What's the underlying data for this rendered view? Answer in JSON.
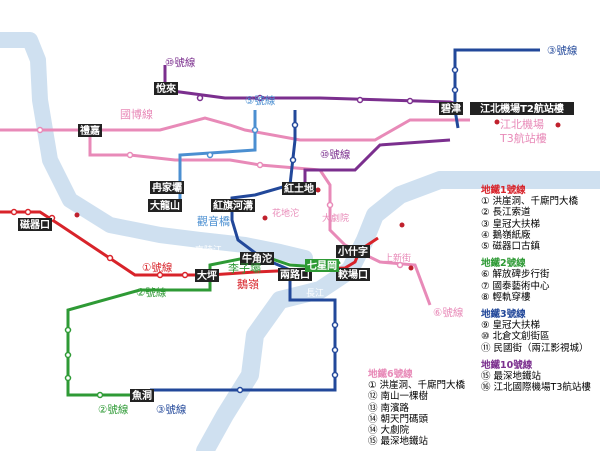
{
  "colors": {
    "river": "#cfe0f0",
    "line1": "#d8232a",
    "line2": "#2e9a35",
    "line3": "#22489a",
    "line6": "#e88ab8",
    "line5": "#4b8fd1",
    "line10": "#7b2f8e",
    "poi": "#c0212d"
  },
  "line_labels": {
    "l10_top": "⑩號線",
    "l5": "⑤號線",
    "l3_top": "③號線",
    "l10_mid": "⑩號線",
    "l1": "①號線",
    "l2": "②號線",
    "l6": "⑥號線",
    "l2_bottom": "②號線",
    "l3_bottom": "③號線"
  },
  "map_labels": {
    "guobo": "國博線",
    "jiangbei_t2": "江北機場",
    "jiangbei_t3": "T3航站樓",
    "guanyinqiao": "觀音橋",
    "jialing": "嘉陵江",
    "yangtze": "長江",
    "liziba": "李子壩",
    "pengtai": "鵝嶺",
    "xinjie": "上新街",
    "dajuyuan": "大劇院",
    "huadi": "花地沱"
  },
  "stations": {
    "yuelai": "悅來",
    "lijia": "禮嘉",
    "ranjia": "冉家壩",
    "dalongshan": "大龍山",
    "hongqi": "紅旗河溝",
    "hongtudi": "紅土地",
    "bijin": "碧津",
    "jiangbei_t2": "江北機場T2航站樓",
    "niujiao": "牛角沱",
    "qixinggang": "七星岡",
    "lianghekou": "兩路口",
    "jiaochangkou": "較場口",
    "xiaoshizi": "小什字",
    "cuzhu": "磁器口",
    "daping": "大坪",
    "yuzui": "魚洞"
  },
  "legend": [
    {
      "title": "地鐵1號線",
      "color": "#d8232a",
      "items": [
        "① 洪崖洞、千廝門大橋",
        "② 長江索道",
        "③ 皇冠大扶梯",
        "④ 鵝嶺紙廠",
        "⑤ 磁器口古鎮"
      ]
    },
    {
      "title": "地鐵2號線",
      "color": "#2e9a35",
      "items": [
        "⑥ 解放碑步行街",
        "⑦ 國泰藝術中心",
        "⑧ 輕軌穿樓"
      ]
    },
    {
      "title": "地鐵3號線",
      "color": "#22489a",
      "items": [
        "⑨ 皇冠大扶梯",
        "⑩ 北倉文創街區",
        "⑪ 民國街（兩江影視城）"
      ]
    },
    {
      "title": "地鐵10號線",
      "color": "#7b2f8e",
      "items": [
        "⑮ 最深地鐵站",
        "⑯ 江北國際機場T3航站樓"
      ]
    }
  ],
  "legend6": {
    "title": "地鐵6號線",
    "color": "#e88ab8",
    "items": [
      "① 洪崖洞、千廝門大橋",
      "⑫ 南山一棵樹",
      "⑬ 南濱路",
      "⑭ 朝天門碼頭",
      "⑭ 大劇院",
      "⑮ 最深地鐵站"
    ]
  }
}
